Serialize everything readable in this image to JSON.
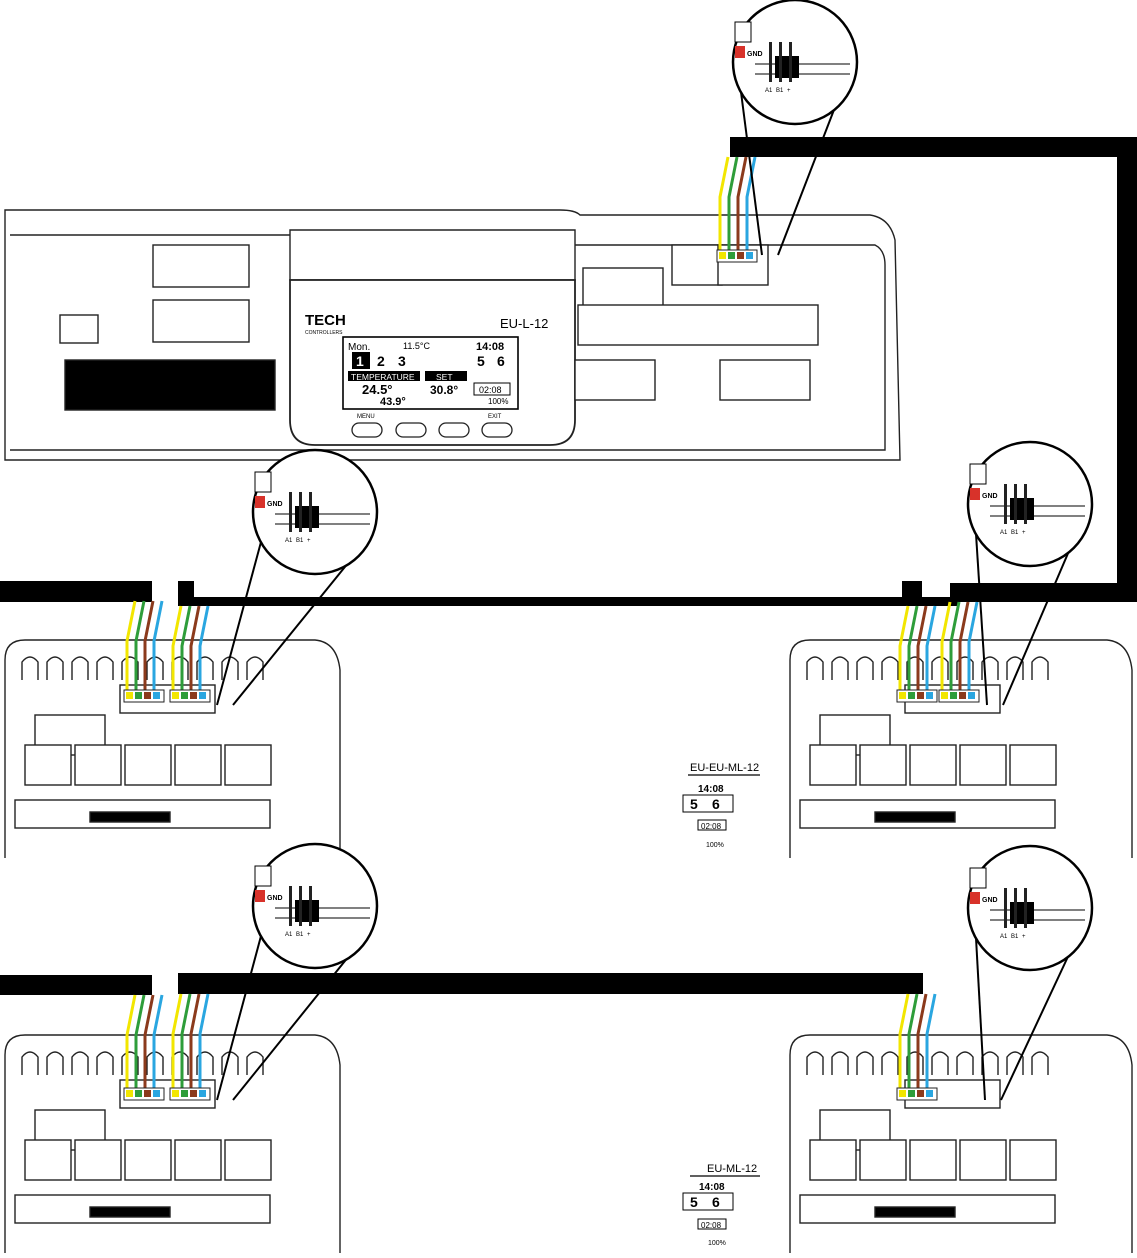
{
  "main_controller": {
    "brand": "TECH",
    "brand_sub": "CONTROLLERS",
    "model": "EU-L-12",
    "day": "Mon.",
    "outdoor_temp": "11.5°C",
    "time": "14:08",
    "zones": [
      "1",
      "2",
      "3",
      "5",
      "6"
    ],
    "temperature_label": "TEMPERATURE",
    "current_temp": "24.5°",
    "floor_temp": "43.9°",
    "set_label": "SET",
    "set_temp": "30.8°",
    "clock_value": "02:08",
    "battery": "100%",
    "buttons": [
      "MENU",
      "EXIT"
    ],
    "terminal_gnd": "GND",
    "pin_labels": [
      "A1",
      "B1",
      "+"
    ]
  },
  "expansion_modules": [
    {
      "model": "EU-EU-ML-12",
      "time": "14:08",
      "zones": [
        "5",
        "6"
      ],
      "clock_value": "02:08",
      "battery": "100%"
    },
    {
      "model": "EU-ML-12",
      "time": "14:08",
      "zones": [
        "5",
        "6"
      ],
      "clock_value": "02:08",
      "battery": "100%"
    }
  ],
  "wire_colors": {
    "yellow": "#f2e600",
    "green": "#2e9d3a",
    "brown": "#8b3a1c",
    "blue": "#2aa6e0",
    "red": "#d8322a",
    "cable": "#000000",
    "outline": "#222222"
  }
}
